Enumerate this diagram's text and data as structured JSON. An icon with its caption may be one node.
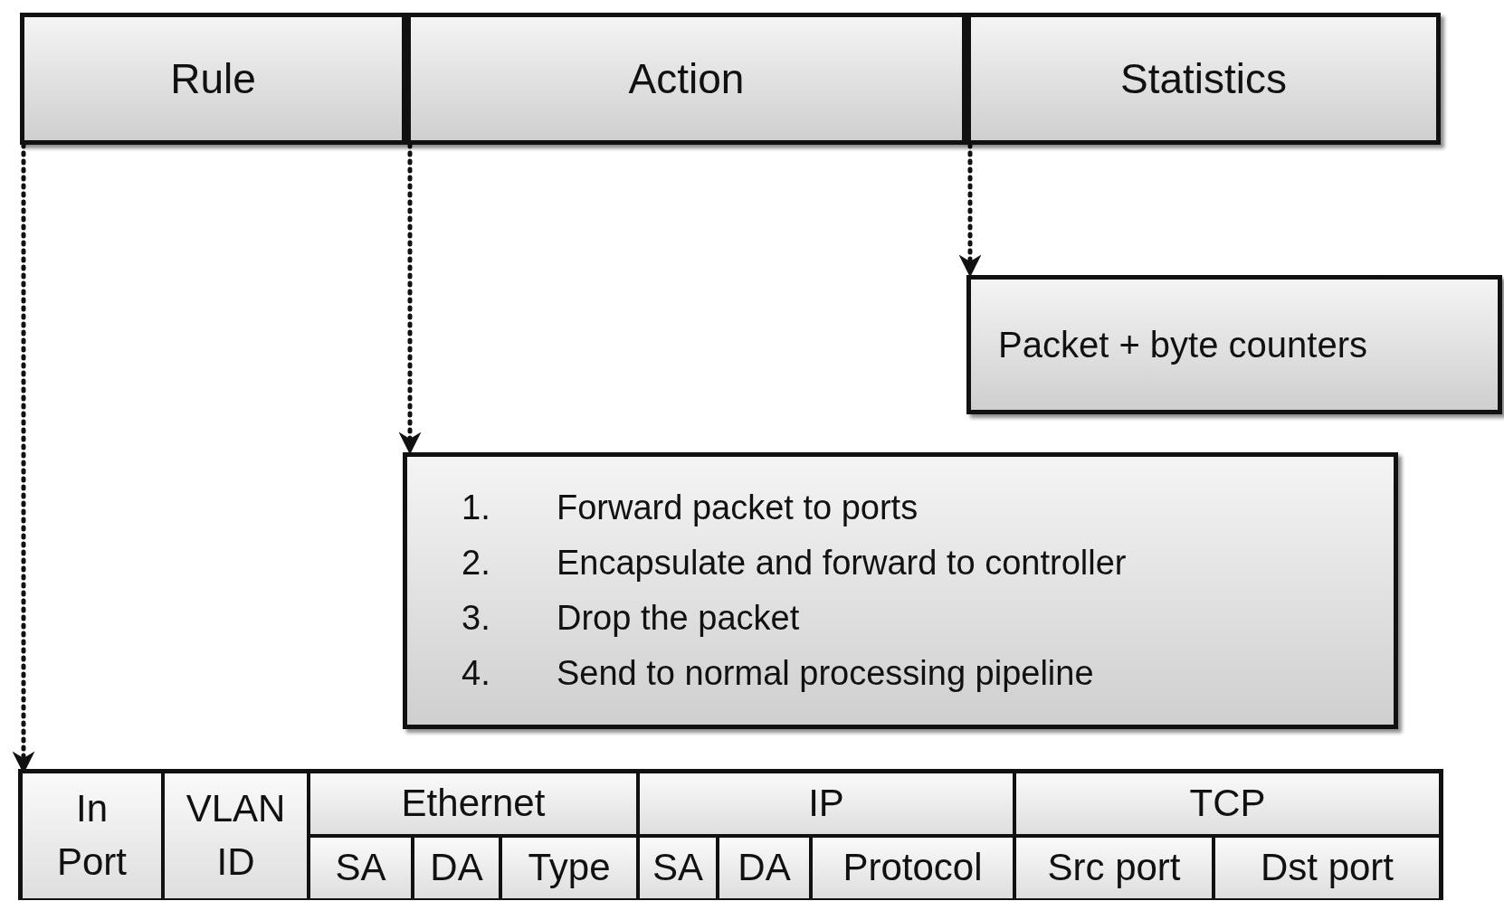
{
  "diagram": {
    "nodes": [
      {
        "text": [
          "Rule"
        ]
      },
      {
        "text": [
          "Action"
        ]
      },
      {
        "text": [
          "Statistics"
        ]
      },
      {
        "text": [
          "Packet + byte counters"
        ]
      },
      {
        "text": [
          "1.",
          "Forward packet to ports",
          "2.",
          "Encapsulate and forward to controller",
          "3.",
          "Drop the packet",
          "4.",
          "Send to normal processing pipeline"
        ]
      },
      {
        "text": [],
        "shape": "box"
      },
      {
        "text": [
          "In Port"
        ],
        "in": 5
      },
      {
        "text": [
          "VLAN ID"
        ],
        "in": 5
      },
      {
        "text": [
          "Ethernet"
        ],
        "in": 5
      },
      {
        "text": [
          "IP"
        ],
        "in": 5
      },
      {
        "text": [
          "TCP"
        ],
        "in": 5
      },
      {
        "text": [
          "SA"
        ],
        "in": 5
      },
      {
        "text": [
          "DA"
        ],
        "in": 5
      },
      {
        "text": [
          "Type"
        ],
        "in": 5
      },
      {
        "text": [
          "SA"
        ],
        "in": 5
      },
      {
        "text": [
          "DA"
        ],
        "in": 5
      },
      {
        "text": [
          "Protocol"
        ],
        "in": 5
      },
      {
        "text": [
          "Src port"
        ],
        "in": 5
      },
      {
        "text": [
          "Dst port"
        ],
        "in": 5
      }
    ],
    "edges": [
      {
        "from": 0,
        "to": 5,
        "arrow": "to",
        "style": "dashed"
      },
      {
        "from": 1,
        "to": 4,
        "arrow": "to",
        "style": "dashed"
      },
      {
        "from": 2,
        "to": 3,
        "arrow": "to",
        "style": "dashed"
      }
    ]
  }
}
